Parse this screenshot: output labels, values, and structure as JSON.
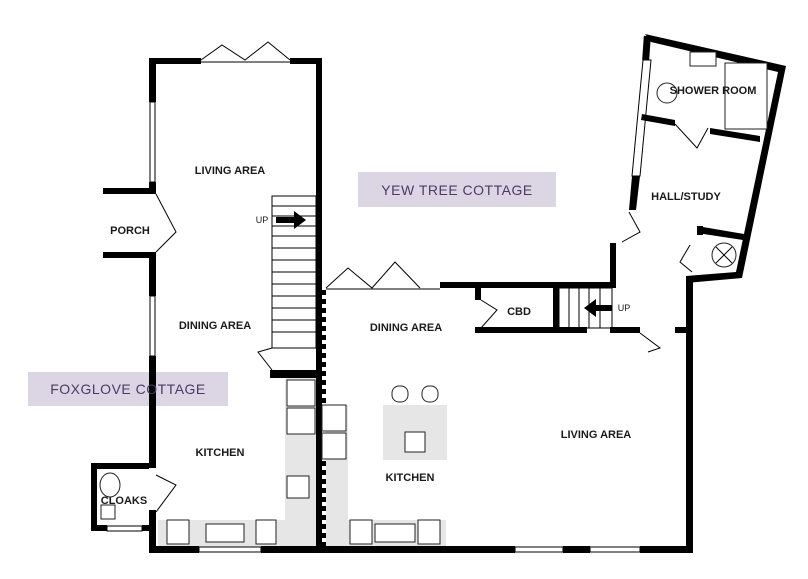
{
  "cottages": [
    {
      "name": "FOXGLOVE COTTAGE",
      "rooms": {
        "living": "LIVING AREA",
        "porch": "PORCH",
        "up": "UP",
        "dining": "DINING AREA",
        "kitchen": "KITCHEN",
        "cloaks": "CLOAKS"
      }
    },
    {
      "name": "YEW TREE COTTAGE",
      "rooms": {
        "dining": "DINING AREA",
        "kitchen": "KITCHEN",
        "living": "LIVING AREA",
        "cbd": "CBD",
        "up": "UP",
        "hall": "HALL/STUDY",
        "shower": "SHOWER ROOM"
      }
    }
  ],
  "colors": {
    "label_box": "#dcd6e4",
    "label_text": "#4a3a66",
    "wall": "#000000",
    "counter": "#e6e6e6"
  }
}
